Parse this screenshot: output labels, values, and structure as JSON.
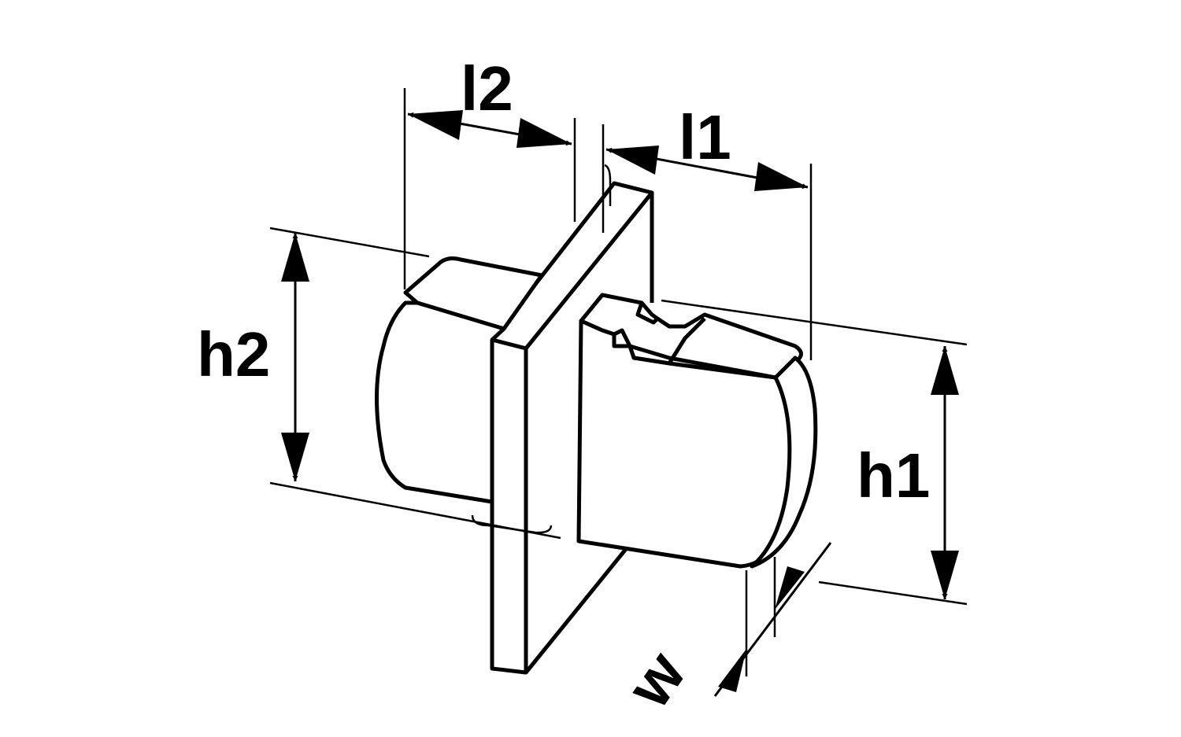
{
  "diagram": {
    "labels": {
      "l2": "l2",
      "l1": "l1",
      "h2": "h2",
      "h1": "h1",
      "w": "w"
    },
    "colors": {
      "stroke": "#000000",
      "background": "#ffffff"
    }
  }
}
